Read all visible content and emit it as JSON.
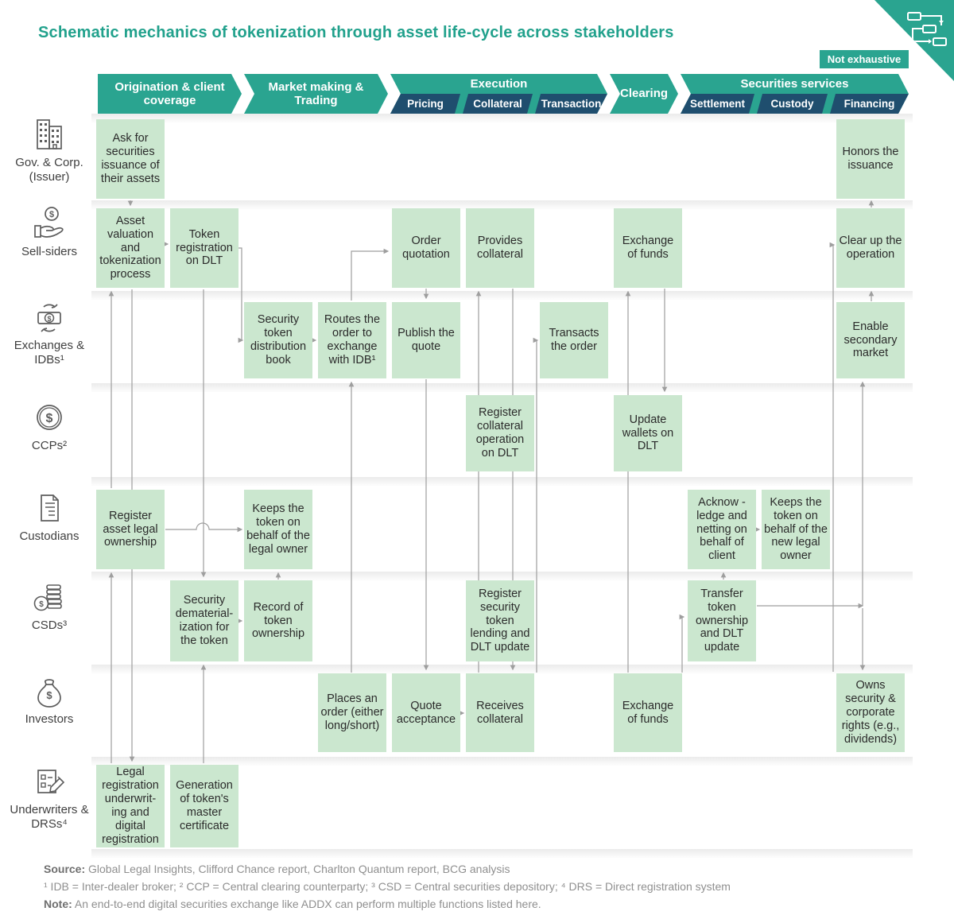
{
  "title": "Schematic mechanics of tokenization through asset life-cycle across stakeholders",
  "badge": "Not exhaustive",
  "colors": {
    "teal": "#2aa490",
    "dark_blue": "#1f4e6e",
    "box_green": "#cbe7cf",
    "title_teal": "#21a18c",
    "connector_gray": "#9e9e9e"
  },
  "stages": [
    {
      "label": "Origination & client coverage"
    },
    {
      "label": "Market making & Trading"
    },
    {
      "label": "Execution",
      "subs": [
        "Pricing",
        "Collateral",
        "Transaction"
      ]
    },
    {
      "label": "Clearing"
    },
    {
      "label": "Securities services",
      "subs": [
        "Settlement",
        "Custody",
        "Financing"
      ]
    }
  ],
  "stakeholders": [
    {
      "label": "Gov. & Corp. (Issuer)",
      "icon": "buildings"
    },
    {
      "label": "Sell-siders",
      "icon": "hand-coin"
    },
    {
      "label": "Exchanges & IDBs¹",
      "icon": "money-exchange"
    },
    {
      "label": "CCPs²",
      "icon": "dollar-coin"
    },
    {
      "label": "Custodians",
      "icon": "document"
    },
    {
      "label": "CSDs³",
      "icon": "coin-stack"
    },
    {
      "label": "Investors",
      "icon": "money-bag"
    },
    {
      "label": "Underwriters & DRSs⁴",
      "icon": "checklist-pencil"
    }
  ],
  "boxes": [
    {
      "name": "ask-securities-issuance",
      "row": 1,
      "col": 1,
      "text": "Ask for securities issuance of their assets"
    },
    {
      "name": "honors-the-issuance",
      "row": 1,
      "col": 11,
      "text": "Honors the issuance"
    },
    {
      "name": "asset-valuation-tokenization",
      "row": 2,
      "col": 1,
      "text": "Asset valuation and tokenization process"
    },
    {
      "name": "token-registration-dlt",
      "row": 2,
      "col": 2,
      "text": "Token registration on DLT"
    },
    {
      "name": "order-quotation",
      "row": 2,
      "col": 5,
      "text": "Order quotation"
    },
    {
      "name": "provides-collateral",
      "row": 2,
      "col": 6,
      "text": "Provides collateral"
    },
    {
      "name": "exchange-of-funds-sell",
      "row": 2,
      "col": 8,
      "text": "Exchange of funds"
    },
    {
      "name": "clear-up-operation",
      "row": 2,
      "col": 11,
      "text": "Clear up the operation"
    },
    {
      "name": "security-token-distribution-book",
      "row": 3,
      "col": 3,
      "text": "Security token distribution book"
    },
    {
      "name": "routes-order-to-exchange",
      "row": 3,
      "col": 4,
      "text": "Routes the order to exchange with IDB¹"
    },
    {
      "name": "publish-the-quote",
      "row": 3,
      "col": 5,
      "text": "Publish the quote"
    },
    {
      "name": "transacts-the-order",
      "row": 3,
      "col": 7,
      "text": "Transacts the order"
    },
    {
      "name": "enable-secondary-market",
      "row": 3,
      "col": 11,
      "text": "Enable secondary market"
    },
    {
      "name": "register-collateral-operation",
      "row": 4,
      "col": 6,
      "text": "Register collateral operation on DLT"
    },
    {
      "name": "update-wallets-dlt",
      "row": 4,
      "col": 8,
      "text": "Update wallets on DLT"
    },
    {
      "name": "register-asset-legal-ownership",
      "row": 5,
      "col": 1,
      "text": "Register asset legal ownership"
    },
    {
      "name": "keeps-token-legal-owner",
      "row": 5,
      "col": 3,
      "text": "Keeps the token on behalf of the legal owner"
    },
    {
      "name": "acknowledge-netting-client",
      "row": 5,
      "col": 9,
      "text": "Acknow -ledge and netting on behalf of client"
    },
    {
      "name": "keeps-token-new-legal-owner",
      "row": 5,
      "col": 10,
      "text": "Keeps the token on behalf of the new legal owner"
    },
    {
      "name": "security-dematerialization",
      "row": 6,
      "col": 2,
      "text": "Security dematerial- ization for the token"
    },
    {
      "name": "record-of-token-ownership",
      "row": 6,
      "col": 3,
      "text": "Record of token ownership"
    },
    {
      "name": "register-security-token-lending",
      "row": 6,
      "col": 6,
      "text": "Register security token lending and DLT update"
    },
    {
      "name": "transfer-token-ownership",
      "row": 6,
      "col": 9,
      "text": "Transfer token ownership and DLT update"
    },
    {
      "name": "places-an-order",
      "row": 7,
      "col": 4,
      "text": "Places an order (either long/short)"
    },
    {
      "name": "quote-acceptance",
      "row": 7,
      "col": 5,
      "text": "Quote acceptance"
    },
    {
      "name": "receives-collateral",
      "row": 7,
      "col": 6,
      "text": "Receives collateral"
    },
    {
      "name": "exchange-of-funds-investor",
      "row": 7,
      "col": 8,
      "text": "Exchange of funds"
    },
    {
      "name": "owns-security-corporate-rights",
      "row": 7,
      "col": 11,
      "text": "Owns security & corporate rights (e.g., dividends)"
    },
    {
      "name": "legal-registration-underwriting",
      "row": 8,
      "col": 1,
      "text": "Legal registration underwrit- ing and digital registration"
    },
    {
      "name": "generation-master-certificate",
      "row": 8,
      "col": 2,
      "text": "Generation of token's master certificate"
    }
  ],
  "footer": {
    "source_label": "Source:",
    "source_text": "Global Legal Insights, Clifford Chance report, Charlton Quantum report, BCG analysis",
    "footnotes": "¹ IDB = Inter-dealer broker; ² CCP = Central clearing counterparty; ³ CSD = Central securities depository; ⁴ DRS = Direct registration system",
    "note_label": "Note:",
    "note_text": "An end-to-end digital securities exchange like ADDX can perform multiple functions listed here."
  }
}
